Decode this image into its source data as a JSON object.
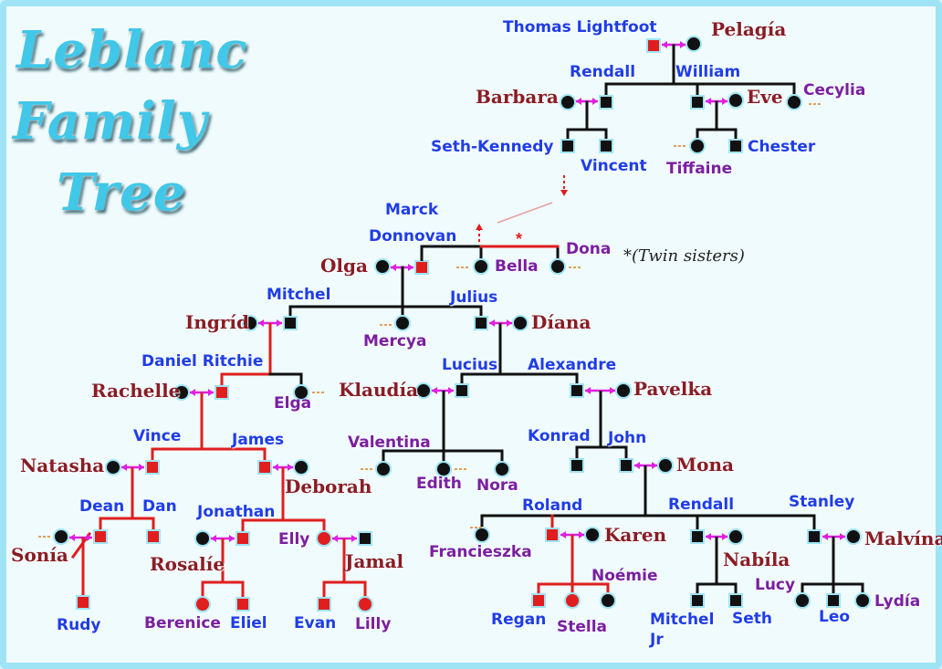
{
  "title": {
    "line1": "Leblanc",
    "line2": "Family",
    "line3": "Tree"
  },
  "note": "*(Twin sisters)",
  "twin_star": "*",
  "people": {
    "thomas": "Thomas Lightfoot",
    "pelagia": "Pelagía",
    "rendall1": "Rendall",
    "william": "William",
    "barbara": "Barbara",
    "eve": "Eve",
    "cecylia": "Cecylia",
    "sethkennedy": "Seth-Kennedy",
    "vincent": "Vincent",
    "tiffaine": "Tiffaine",
    "chester": "Chester",
    "marck": "Marck",
    "donnovan": "Donnovan",
    "olga": "Olga",
    "bella": "Bella",
    "dona": "Dona",
    "mitchel": "Mitchel",
    "julius": "Julius",
    "ingrid": "Ingríd",
    "mercya": "Mercya",
    "diana": "Díana",
    "danielritchie": "Daniel Ritchie",
    "rachelle": "Rachelle",
    "elga": "Elga",
    "lucius": "Lucius",
    "alexandre": "Alexandre",
    "klaudia": "Klaudía",
    "pavelka": "Pavelka",
    "vince": "Vince",
    "james": "James",
    "natasha": "Natasha",
    "deborah": "Deborah",
    "valentina": "Valentina",
    "edith": "Edith",
    "nora": "Nora",
    "konrad": "Konrad",
    "john": "John",
    "mona": "Mona",
    "dean": "Dean",
    "dan": "Dan",
    "jonathan": "Jonathan",
    "sonia": "Sonía",
    "rosalie": "Rosalíe",
    "elly": "Elly",
    "jamal": "Jamal",
    "roland": "Roland",
    "rendall2": "Rendall",
    "stanley": "Stanley",
    "francieszka": "Francieszka",
    "karen": "Karen",
    "noemie": "Noémie",
    "nabila": "Nabíla",
    "malvina": "Malvína",
    "lucy": "Lucy",
    "lydia": "Lydía",
    "rudy": "Rudy",
    "berenice": "Berenice",
    "eliel": "Eliel",
    "evan": "Evan",
    "lilly": "Lilly",
    "regan": "Regan",
    "stella": "Stella",
    "mitcheljr": "Mitchel Jr",
    "seth": "Seth",
    "leo": "Leo"
  },
  "colors": {
    "male": "#1f3de8",
    "female": "#8a1c24",
    "partner": "#7a1fa0",
    "line": "#111111",
    "highlight": "#e01e1e",
    "marriage": "#e01ee0",
    "ring": "#9fe4f5"
  }
}
